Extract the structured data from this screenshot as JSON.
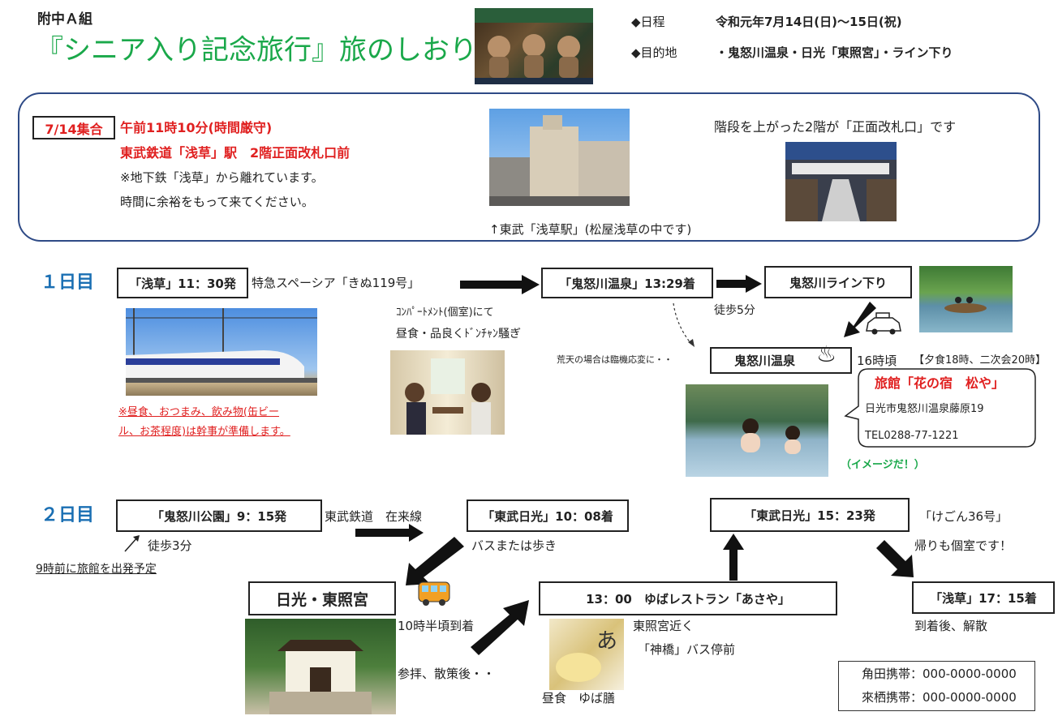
{
  "header": {
    "group": "附中Ａ組",
    "title": "『シニア入り記念旅行』旅のしおり",
    "schedule_label": "◆日程",
    "schedule_value": "令和元年7月14日(日)～15日(祝)",
    "dest_label": "◆目的地",
    "dest_value": "・鬼怒川温泉・日光「東照宮」・ライン下り"
  },
  "meeting": {
    "badge": "7/14集合",
    "time": "午前11時10分(時間厳守)",
    "place": "東武鉄道「浅草」駅　2階正面改札口前",
    "note1": "※地下鉄「浅草」から離れています。",
    "note2": "時間に余裕をもって来てください。",
    "station_caption": "↑東武「浅草駅」(松屋浅草の中です)",
    "gate_caption": "階段を上がった2階が「正面改札口」です"
  },
  "day1": {
    "label": "１日目",
    "depart": "「浅草」11：30発",
    "train": "特急スペーシア「きぬ119号」",
    "comp1": "ｺﾝﾊﾟｰﾄﾒﾝﾄ(個室)にて",
    "comp2": "昼食・品良くﾄﾞﾝﾁｬﾝ騒ぎ",
    "arrive": "「鬼怒川温泉」13:29着",
    "rafting": "鬼怒川ライン下り",
    "walk": "徒歩5分",
    "rain": "荒天の場合は臨機応変に・・",
    "onsen": "鬼怒川温泉",
    "time16": "16時頃",
    "dinner": "【夕食18時、二次会20時】",
    "food_note1": "※昼食、おつまみ、飲み物(缶ビー",
    "food_note2": "ル、お茶程度)は幹事が準備します。",
    "ryokan_name": "旅館「花の宿　松や」",
    "ryokan_addr": "日光市鬼怒川温泉藤原19",
    "ryokan_tel": "TEL0288-77-1221",
    "image_note": "（イメージだ！）"
  },
  "day2": {
    "label": "２日目",
    "depart": "「鬼怒川公園」9：15発",
    "walk3": "徒歩3分",
    "leave_note": "9時前に旅館を出発予定",
    "line": "東武鉄道　在来線",
    "nikko_arrive": "「東武日光」10：08着",
    "bus": "バスまたは歩き",
    "toshogu": "日光・東照宮",
    "arrive_time": "10時半頃到着",
    "after": "参拝、散策後・・",
    "lunch": "13：00　ゆばレストラン「あさや」",
    "near1": "東照宮近く",
    "near2": "「神橋」バス停前",
    "lunch_caption": "昼食　ゆば膳",
    "nikko_depart": "「東武日光」15：23発",
    "kegon": "「けごん36号」",
    "return_note": "帰りも個室です！",
    "asakusa_arrive": "「浅草」17：15着",
    "dismiss": "到着後、解散"
  },
  "contacts": {
    "line1": "角田携帯：000-0000-0000",
    "line2": "來栖携帯：000-0000-0000"
  }
}
